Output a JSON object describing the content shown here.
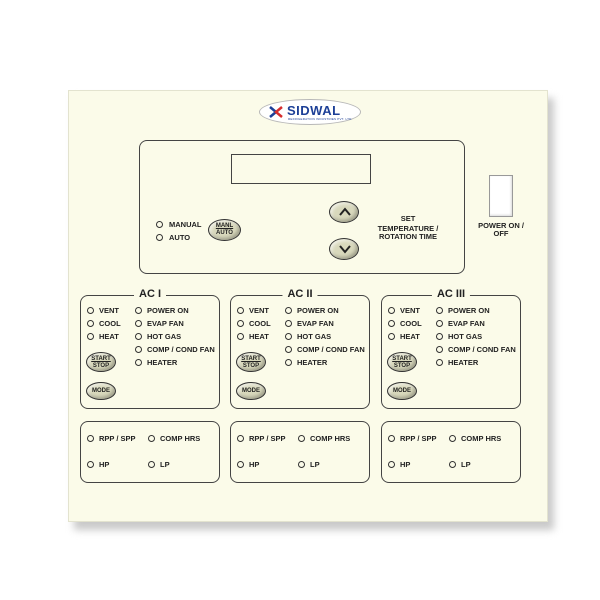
{
  "brand": {
    "name": "SIDWAL",
    "tagline": "REFRIGERATION INDUSTRIES PVT. LTD.",
    "mark_colors": [
      "#1c3f97",
      "#d62d2d"
    ]
  },
  "main_panel": {
    "indicators": [
      {
        "label": "MANUAL"
      },
      {
        "label": "AUTO"
      }
    ],
    "manl_auto_button": {
      "top": "MANL",
      "bottom": "AUTO"
    },
    "up_button": {
      "icon": "chevron-up-icon"
    },
    "down_button": {
      "icon": "chevron-down-icon"
    },
    "set_label": "SET",
    "set_sublabel": "TEMPERATURE / ROTATION TIME"
  },
  "power": {
    "label": "POWER ON / OFF"
  },
  "ac_units": [
    {
      "title": "AC I",
      "left_indicators": [
        "VENT",
        "COOL",
        "HEAT"
      ],
      "right_indicators": [
        "POWER ON",
        "EVAP FAN",
        "HOT GAS",
        "COMP / COND FAN",
        "HEATER"
      ],
      "start_stop": {
        "top": "START",
        "bottom": "STOP"
      },
      "mode_label": "MODE",
      "status": [
        "RPP / SPP",
        "COMP HRS",
        "HP",
        "LP"
      ]
    },
    {
      "title": "AC II",
      "left_indicators": [
        "VENT",
        "COOL",
        "HEAT"
      ],
      "right_indicators": [
        "POWER ON",
        "EVAP FAN",
        "HOT GAS",
        "COMP / COND FAN",
        "HEATER"
      ],
      "start_stop": {
        "top": "START",
        "bottom": "STOP"
      },
      "mode_label": "MODE",
      "status": [
        "RPP / SPP",
        "COMP HRS",
        "HP",
        "LP"
      ]
    },
    {
      "title": "AC III",
      "left_indicators": [
        "VENT",
        "COOL",
        "HEAT"
      ],
      "right_indicators": [
        "POWER ON",
        "EVAP FAN",
        "HOT GAS",
        "COMP / COND FAN",
        "HEATER"
      ],
      "start_stop": {
        "top": "START",
        "bottom": "STOP"
      },
      "mode_label": "MODE",
      "status": [
        "RPP / SPP",
        "COMP HRS",
        "HP",
        "LP"
      ]
    }
  ],
  "colors": {
    "panel": "#fbfbe9",
    "button": "#d8d8bc",
    "outline": "#444444",
    "brand_blue": "#1c3f97",
    "brand_red": "#d62d2d"
  }
}
